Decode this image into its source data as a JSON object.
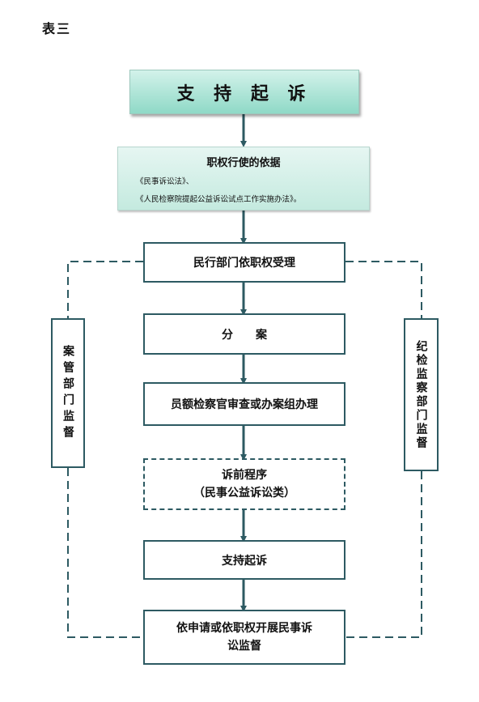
{
  "page_label": "表三",
  "top_title": "支 持 起 诉",
  "basis": {
    "heading": "职权行使的依据",
    "law_1": "《民事诉讼法》、",
    "law_2": "《人民检察院提起公益诉讼试点工作实施办法》。"
  },
  "steps": {
    "accept": "民行部门依职权受理",
    "assign": "分　　案",
    "handle": "员额检察官审查或办案组办理",
    "pre_procedure_line1": "诉前程序",
    "pre_procedure_line2": "（民事公益诉讼类）",
    "support": "支持起诉",
    "supervise_line1": "依申请或依职权开展民事诉",
    "supervise_line2": "讼监督"
  },
  "side_left": "案管部门监督",
  "side_right": "纪检监察部门监督",
  "colors": {
    "line": "#2d5a62",
    "title_fill": "#8fd9c7",
    "basis_fill": "#c4eadf"
  }
}
